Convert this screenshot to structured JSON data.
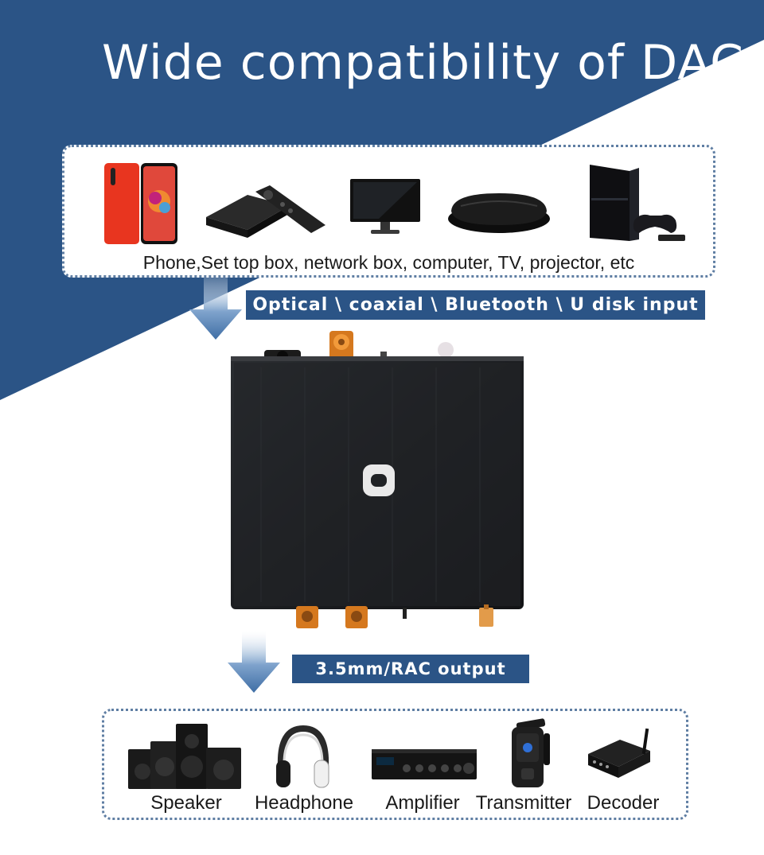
{
  "title": "Wide compatibility of DAC",
  "sources": {
    "caption": "Phone,Set top box, network box, computer, TV, projector, etc",
    "icons": [
      "phone-icon",
      "set-top-box-icon",
      "monitor-icon",
      "network-box-icon",
      "game-console-icon"
    ]
  },
  "input_label": "Optical \\ coaxial \\ Bluetooth \\ U disk input",
  "device": {
    "logo_icon": "a-logo-icon"
  },
  "output_label": "3.5mm/RAC output",
  "outputs": [
    {
      "label": "Speaker",
      "icon": "speaker-icon"
    },
    {
      "label": "Headphone",
      "icon": "headphone-icon"
    },
    {
      "label": "Amplifier",
      "icon": "amplifier-icon"
    },
    {
      "label": "Transmitter",
      "icon": "transmitter-icon"
    },
    {
      "label": "Decoder",
      "icon": "decoder-icon"
    }
  ],
  "colors": {
    "banner": "#2b5486",
    "label_bar": "#2b5486",
    "panel_border": "#5f7ea3"
  }
}
